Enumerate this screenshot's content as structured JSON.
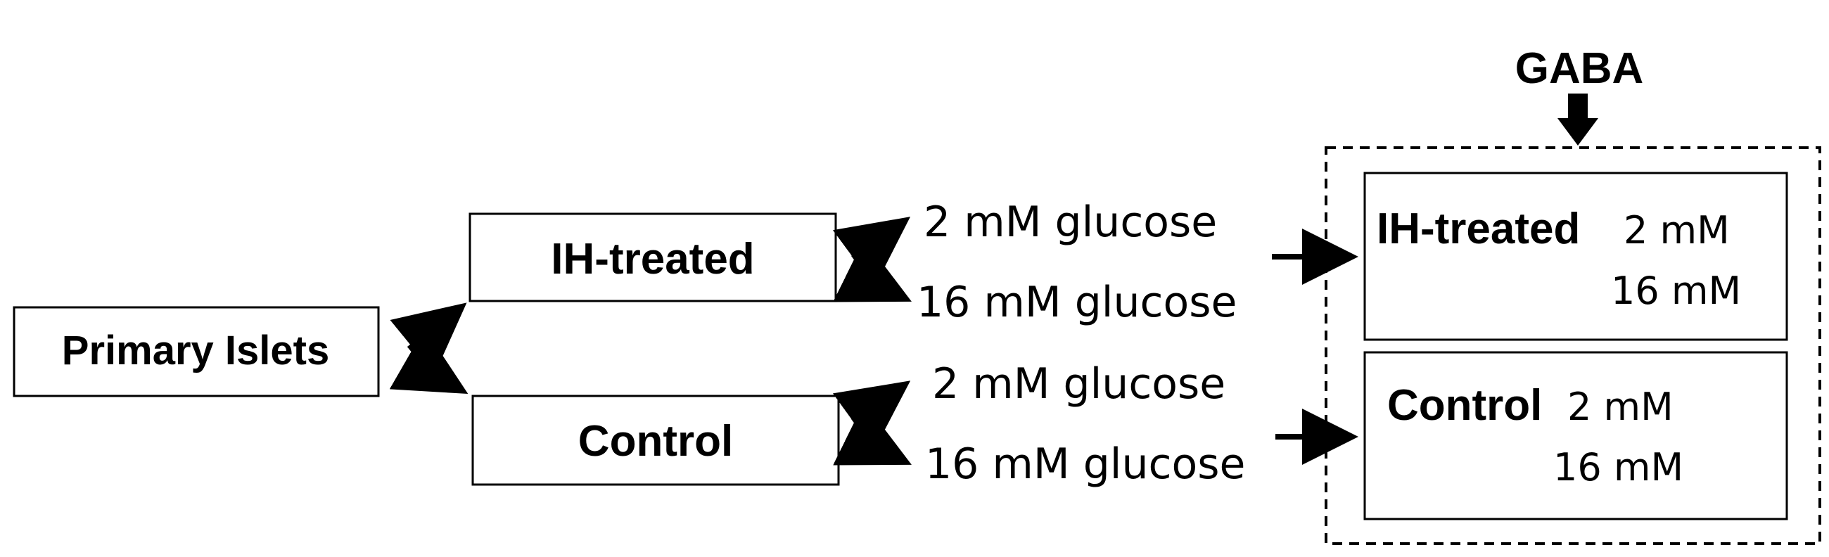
{
  "diagram": {
    "gaba_label": "GABA",
    "source": {
      "label": "Primary Islets"
    },
    "groups": [
      {
        "label": "IH-treated",
        "conditions": [
          "2 mM glucose",
          "16 mM glucose"
        ]
      },
      {
        "label": "Control",
        "conditions": [
          "2 mM glucose",
          "16 mM glucose"
        ]
      }
    ],
    "gaba_boxes": [
      {
        "label": "IH-treated",
        "doses": [
          "2 mM",
          "16 mM"
        ]
      },
      {
        "label": "Control",
        "doses": [
          "2 mM",
          "16 mM"
        ]
      }
    ],
    "colors": {
      "line": "#000000",
      "background": "#ffffff",
      "text": "#000000"
    }
  }
}
